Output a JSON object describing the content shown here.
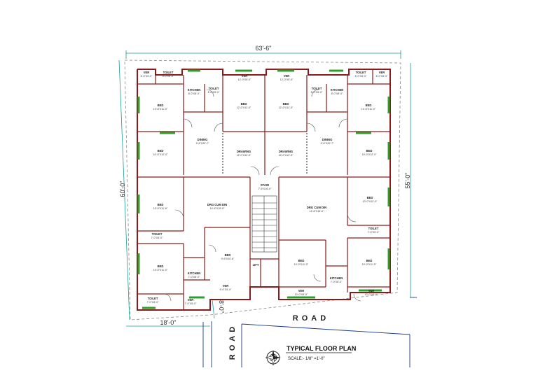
{
  "dimensions": {
    "top_width": "63'-6\"",
    "left_height": "60'-0\"",
    "right_height": "55'-0\"",
    "bottom_left_width": "18'-0\"",
    "side_setback": "8'-0\""
  },
  "roads": {
    "main": "ROAD",
    "side": "ROAD"
  },
  "title": {
    "text": "TYPICAL FLOOR PLAN",
    "scale": "SCALE:- 1/8\" =1'-0\""
  },
  "rooms": {
    "ver_tl": {
      "name": "VER",
      "dim": "6'-0\"X5'-0\""
    },
    "toilet_tl": {
      "name": "TOILET",
      "dim": "5'-0\"X5'-0\""
    },
    "ver_tc1": {
      "name": "VER",
      "dim": "12'-0\"X5'-0\""
    },
    "ver_tc2": {
      "name": "VER",
      "dim": "12'-0\"X5'-0\""
    },
    "toilet_tr": {
      "name": "TOILET",
      "dim": "5'-0\"X5'-0\""
    },
    "ver_tr": {
      "name": "VER",
      "dim": "6'-0\"X5'-0\""
    },
    "kitchen_tl": {
      "name": "KITCHEN",
      "dim": "8'-0\"X8'-0\""
    },
    "toilet_t1": {
      "name": "TOILET",
      "dim": "5'-0\"X5'-0\""
    },
    "toilet_t2": {
      "name": "TOILET",
      "dim": "5'-0\"X5'-0\""
    },
    "kitchen_tr": {
      "name": "KITCHEN",
      "dim": "8'-0\"X8'-0\""
    },
    "bed_tl": {
      "name": "BED",
      "dim": "10'-6\"X11'-0\""
    },
    "bed_tc1": {
      "name": "BED",
      "dim": "12'-0\"X11'-0\""
    },
    "bed_tc2": {
      "name": "BED",
      "dim": "12'-0\"X11'-0\""
    },
    "bed_tr": {
      "name": "BED",
      "dim": "10'-6\"X11'-0\""
    },
    "dining_l": {
      "name": "DINING",
      "dim": "9'-6\"X20'-7\""
    },
    "drawing_l": {
      "name": "DRAWING",
      "dim": "12'-0\"X12'-0\""
    },
    "drawing_r": {
      "name": "DRAWING",
      "dim": "12'-0\"X12'-0\""
    },
    "dining_r": {
      "name": "DINING",
      "dim": "9'-6\"X20'-7\""
    },
    "bed_ml": {
      "name": "BED",
      "dim": "10'-0\"X12'-0\""
    },
    "bed_mr": {
      "name": "BED",
      "dim": "10'-0\"X12'-0\""
    },
    "stair": {
      "name": "STAIR",
      "dim": "7'-6\"X16'-0\""
    },
    "bed_l3": {
      "name": "BED",
      "dim": "10'-0\"X11'-6\""
    },
    "drg_l": {
      "name": "DRG CUM DIN",
      "dim": "14'-6\"X15'-6\""
    },
    "drg_r": {
      "name": "DRG CUM DIN",
      "dim": "14'-6\"X15'-6\""
    },
    "bed_r3": {
      "name": "BED",
      "dim": "10'-0\"X12'-0\""
    },
    "toilet_l4": {
      "name": "TOILET",
      "dim": "7'-0\"X5'-0\""
    },
    "toilet_r4": {
      "name": "TOILET",
      "dim": "7'-0\"X5'-0\""
    },
    "bed_c": {
      "name": "BED",
      "dim": "9'-6\"X10'-6\""
    },
    "bed_l5": {
      "name": "BED",
      "dim": "10'-0\"X11'-0\""
    },
    "bed_cr": {
      "name": "BED",
      "dim": "10'-0\"X11'-0\""
    },
    "bed_r5": {
      "name": "BED",
      "dim": "10'-0\"X11'-0\""
    },
    "kitchen_bl": {
      "name": "KITCHEN",
      "dim": "7'-0\"X8'-0\""
    },
    "kitchen_br": {
      "name": "KITCHEN",
      "dim": "7'-0\"X8'-0\""
    },
    "lift": {
      "name": "LIFT",
      "dim": ""
    },
    "ver_bc": {
      "name": "VER",
      "dim": "9'-0\"X5'-0\""
    },
    "toilet_bl": {
      "name": "TOILET",
      "dim": "7'-0\"X5'-0\""
    },
    "ver_bl": {
      "name": "VER",
      "dim": "7'-0\"X5'-0\""
    },
    "ver_br1": {
      "name": "VER",
      "dim": "10'-0\"X5'-0\""
    },
    "ver_br2": {
      "name": "VER",
      "dim": "10'-0\"X5'-0\""
    }
  },
  "colors": {
    "wall": "#8b1a1a",
    "window": "#2ca02c",
    "dimension_line": "#1a9a9a",
    "boundary": "#888888",
    "inner_line": "#333333"
  }
}
